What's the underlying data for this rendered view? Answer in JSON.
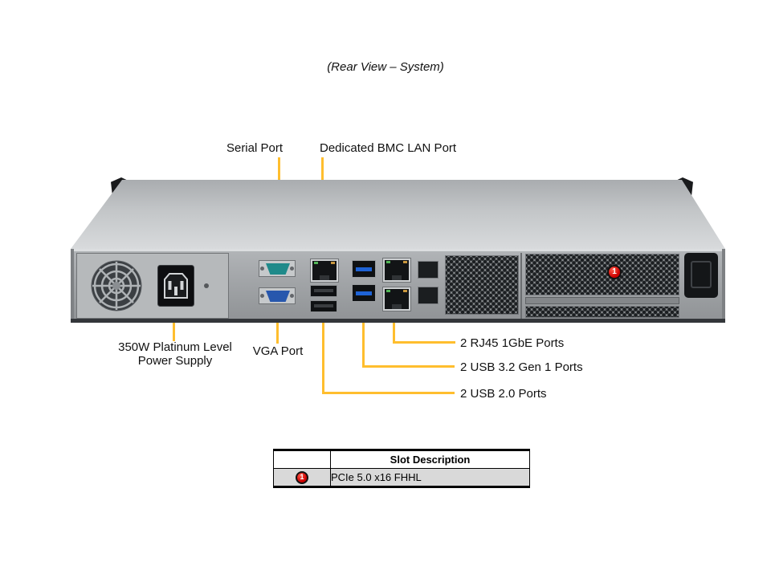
{
  "title": "(Rear View – System)",
  "callouts": {
    "serial_port": "Serial Port",
    "bmc_lan_port": "Dedicated BMC LAN Port",
    "power_supply_line1": "350W Platinum Level",
    "power_supply_line2": "Power Supply",
    "vga_port": "VGA Port",
    "rj45_ports": "2 RJ45 1GbE Ports",
    "usb32_ports": "2 USB 3.2 Gen 1 Ports",
    "usb20_ports": "2 USB 2.0 Ports"
  },
  "chassis": {
    "slot_badge": "1"
  },
  "slot_table": {
    "header": "Slot Description",
    "rows": [
      {
        "badge": "1",
        "description": "PCIe 5.0 x16 FHHL"
      }
    ]
  },
  "colors": {
    "callout_line": "#FFBE2E",
    "badge_red": "#CC0000"
  }
}
